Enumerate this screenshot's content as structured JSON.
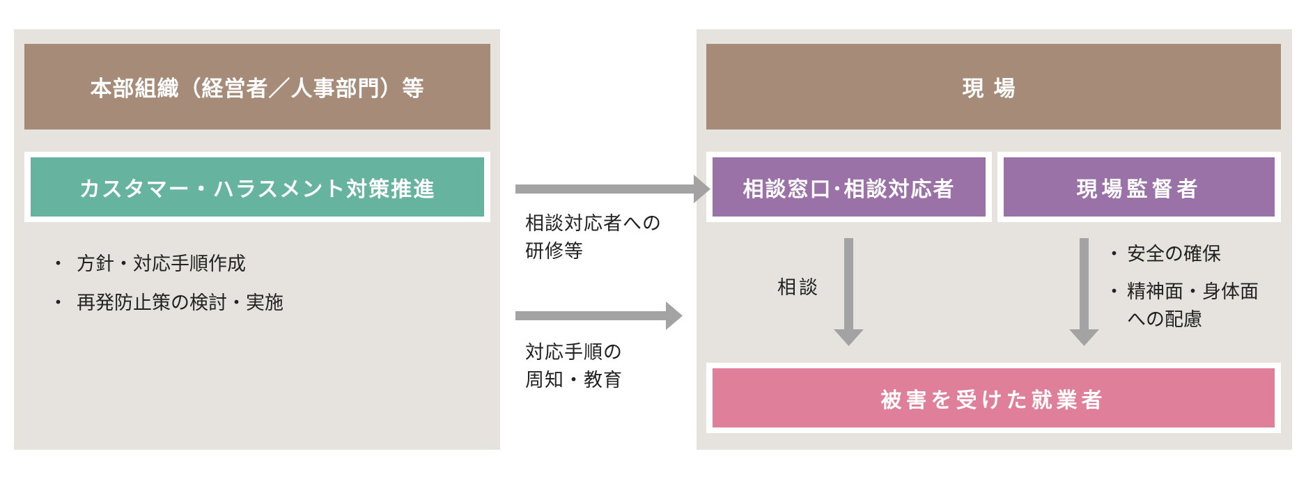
{
  "headquarters": {
    "title": "本部組織（経営者／人事部門）等",
    "promotion_label": "カスタマー・ハラスメント対策推進",
    "bullet_marker": "・",
    "bullets": [
      "方針・対応手順作成",
      "再発防止策の検討・実施"
    ]
  },
  "arrows": {
    "top_label_line1": "相談対応者への",
    "top_label_line2": "研修等",
    "bottom_label_line1": "対応手順の",
    "bottom_label_line2": "周知・教育"
  },
  "site": {
    "title": "現場",
    "consult_label": "相談窓口･相談対応者",
    "supervisor_label": "現場監督者",
    "consult_arrow_label": "相談",
    "bullet_marker": "・",
    "supervisor_bullets": [
      "安全の確保",
      "精神面・身体面"
    ],
    "supervisor_bullet_continuation": "への配慮",
    "victim_label": "被害を受けた就業者"
  },
  "colors": {
    "panel_bg": "#e6e3df",
    "header_brown": "#a58b78",
    "promotion_teal": "#66b3a0",
    "role_purple": "#9b72a7",
    "victim_pink": "#e07f99",
    "arrow_gray": "#a3a3a3"
  }
}
